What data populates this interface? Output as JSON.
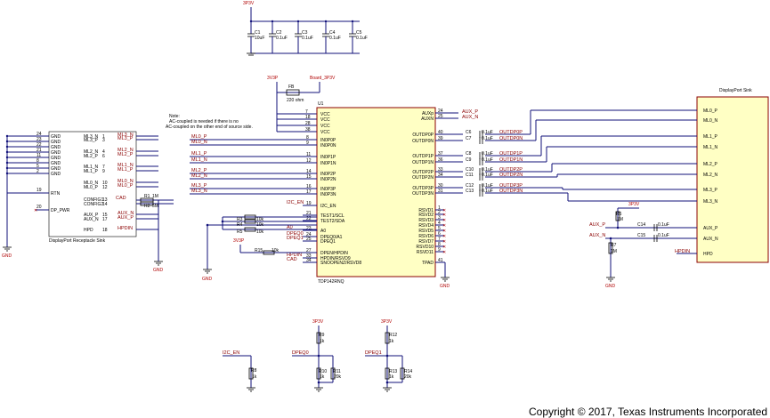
{
  "left_connector": {
    "title": "DisplayPort Receptacle Sink",
    "gnd_pins": [
      "24",
      "23",
      "22",
      "21",
      "11",
      "8",
      "5",
      "2"
    ],
    "gnd_label": "GND",
    "pins": [
      {
        "num": "1",
        "name": "ML3_N",
        "net": "ML3_N"
      },
      {
        "num": "3",
        "name": "ML3_P",
        "net": "ML3_P"
      },
      {
        "num": "4",
        "name": "ML2_N",
        "net": "ML2_N"
      },
      {
        "num": "6",
        "name": "ML2_P",
        "net": "ML2_P"
      },
      {
        "num": "7",
        "name": "ML1_N",
        "net": "ML1_N"
      },
      {
        "num": "9",
        "name": "ML1_P",
        "net": "ML1_P"
      },
      {
        "num": "10",
        "name": "ML0_N",
        "net": "ML0_N"
      },
      {
        "num": "12",
        "name": "ML0_P",
        "net": "ML0_P"
      },
      {
        "num": "13",
        "name": "CONFIG1",
        "net": ""
      },
      {
        "num": "14",
        "name": "CONFIG2",
        "net": ""
      },
      {
        "num": "15",
        "name": "AUX_P",
        "net": "AUX_N"
      },
      {
        "num": "17",
        "name": "AUX_N",
        "net": "AUX_P"
      },
      {
        "num": "18",
        "name": "HPD",
        "net": "HPDIN"
      }
    ],
    "rtn_pin": "19",
    "rtn_label": "RTN",
    "pwr_pin": "20",
    "pwr_label": "DP_PWR",
    "r1": "R1",
    "r1_val": "1M",
    "r2": "R2",
    "r2_val": "5M",
    "cad": "CAD",
    "gnd": "GND"
  },
  "caps_top": {
    "rail": "3P3V",
    "caps": [
      {
        "ref": "C1",
        "val": "10uF"
      },
      {
        "ref": "C2",
        "val": "0.1uF"
      },
      {
        "ref": "C3",
        "val": "0.1uF"
      },
      {
        "ref": "C4",
        "val": "0.1uF"
      },
      {
        "ref": "C5",
        "val": "0.1uF"
      }
    ]
  },
  "ferrite": {
    "ref": "FB",
    "val": "220 ohm",
    "left_net": "3V3P",
    "right_net": "Board_3P3V"
  },
  "note": [
    "Note:",
    "AC-coupled is needed if there is no",
    "AC-coupled on the other end of source side."
  ],
  "ic": {
    "ref": "U1",
    "part": "TDP142RNQ",
    "vcc": [
      {
        "num": "7",
        "name": "VCC"
      },
      {
        "num": "18",
        "name": "VCC"
      },
      {
        "num": "28",
        "name": "VCC"
      },
      {
        "num": "38",
        "name": "VCC"
      }
    ],
    "left_pins": [
      {
        "num": "8",
        "name": "IN0P0P",
        "net": "ML0_P"
      },
      {
        "num": "9",
        "name": "IN0P0N",
        "net": "ML0_N"
      },
      {
        "num": "11",
        "name": "IN0P1P",
        "net": "ML1_P"
      },
      {
        "num": "12",
        "name": "IN0P1N",
        "net": "ML1_N"
      },
      {
        "num": "14",
        "name": "IN0P2P",
        "net": "ML2_P"
      },
      {
        "num": "15",
        "name": "IN0P2N",
        "net": "ML2_N"
      },
      {
        "num": "16",
        "name": "IN0P3P",
        "net": "ML3_P"
      },
      {
        "num": "17",
        "name": "IN0P3N",
        "net": "ML3_N"
      },
      {
        "num": "19",
        "name": "I2C_EN",
        "net": "I2C_EN"
      },
      {
        "num": "21",
        "name": "TEST1/SCL",
        "net": ""
      },
      {
        "num": "22",
        "name": "TEST2/SDA",
        "net": ""
      },
      {
        "num": "23",
        "name": "A0",
        "net": "A0"
      },
      {
        "num": "24",
        "name": "DPEQ0/A1",
        "net": "DPEQ0"
      },
      {
        "num": "25",
        "name": "DPEQ1",
        "net": "DPEQ1"
      },
      {
        "num": "27",
        "name": "DPEN/HPDIN",
        "net": ""
      },
      {
        "num": "33",
        "name": "HPDIN/RSVD9",
        "net": "HPDIN"
      },
      {
        "num": "34",
        "name": "SNOOPENZ/RSVD8",
        "net": "CAD"
      }
    ],
    "right_pins": [
      {
        "num": "24",
        "name": "AUXp",
        "net": "AUX_P"
      },
      {
        "num": "25",
        "name": "AUXN",
        "net": "AUX_N"
      },
      {
        "num": "40",
        "name": "OUTDP0P",
        "net": "OUTDP0P",
        "cap": "C6"
      },
      {
        "num": "39",
        "name": "OUTDP0N",
        "net": "OUTDP0N",
        "cap": "C7"
      },
      {
        "num": "37",
        "name": "OUTDP1P",
        "net": "OUTDP1P",
        "cap": "C8"
      },
      {
        "num": "36",
        "name": "OUTDP1N",
        "net": "OUTDP1N",
        "cap": "C9"
      },
      {
        "num": "33",
        "name": "OUTDP2P",
        "net": "OUTDP2P",
        "cap": "C10"
      },
      {
        "num": "34",
        "name": "OUTDP2N",
        "net": "OUTDP2N",
        "cap": "C11"
      },
      {
        "num": "30",
        "name": "OUTDP3P",
        "net": "OUTDP3P",
        "cap": "C12"
      },
      {
        "num": "31",
        "name": "OUTDP3N",
        "net": "OUTDP3N",
        "cap": "C13"
      },
      {
        "num": "1",
        "name": "RSVD1",
        "net": ""
      },
      {
        "num": "2",
        "name": "RSVD2",
        "net": ""
      },
      {
        "num": "3",
        "name": "RSVD3",
        "net": ""
      },
      {
        "num": "4",
        "name": "RSVD4",
        "net": ""
      },
      {
        "num": "5",
        "name": "RSVD5",
        "net": ""
      },
      {
        "num": "6",
        "name": "RSVD6",
        "net": ""
      },
      {
        "num": "7",
        "name": "RSVD7",
        "net": ""
      },
      {
        "num": "8",
        "name": "RSVD10",
        "net": ""
      },
      {
        "num": "9",
        "name": "RSVD11",
        "net": ""
      },
      {
        "num": "41",
        "name": "TPAD",
        "net": ""
      }
    ],
    "cap_val": "0.1uF",
    "res": [
      {
        "ref": "R3",
        "val": "10k"
      },
      {
        "ref": "R4",
        "val": "10k"
      },
      {
        "ref": "R5",
        "val": "10k"
      },
      {
        "ref": "R15",
        "val": "10k"
      }
    ],
    "rail": "3V3P"
  },
  "right_connector": {
    "title": "DisplayPort Sink",
    "pins": [
      "ML0_P",
      "ML0_N",
      "ML1_P",
      "ML1_N",
      "ML2_P",
      "ML2_N",
      "ML3_P",
      "ML3_N",
      "AUX_P",
      "AUX_N",
      "HPD"
    ],
    "aux_caps": [
      {
        "ref": "C14",
        "val": "0.1uF"
      },
      {
        "ref": "C15",
        "val": "0.1uF"
      }
    ],
    "aux_nets": [
      "AUX_P",
      "AUX_N"
    ],
    "r6": "R6",
    "r6_val": "1M",
    "r7": "R7",
    "r7_val": "1M",
    "rail": "3P3V",
    "hpd_net": "HPDIN",
    "gnd": "GND"
  },
  "bottom": {
    "i2c": {
      "net": "I2C_EN",
      "ref": "R8",
      "val": "1k"
    },
    "dpeq0": {
      "net": "DPEQ0",
      "rail": "3P3V",
      "r_top": "R9",
      "r_top_val": "1k",
      "r_a": "R10",
      "r_a_val": "1k",
      "r_b": "R11",
      "r_b_val": "20k"
    },
    "dpeq1": {
      "net": "DPEQ1",
      "rail": "3P3V",
      "r_top": "R12",
      "r_top_val": "1k",
      "r_a": "R13",
      "r_a_val": "1k",
      "r_b": "R14",
      "r_b_val": "20k"
    }
  },
  "copyright": "Copyright © 2017, Texas Instruments Incorporated"
}
